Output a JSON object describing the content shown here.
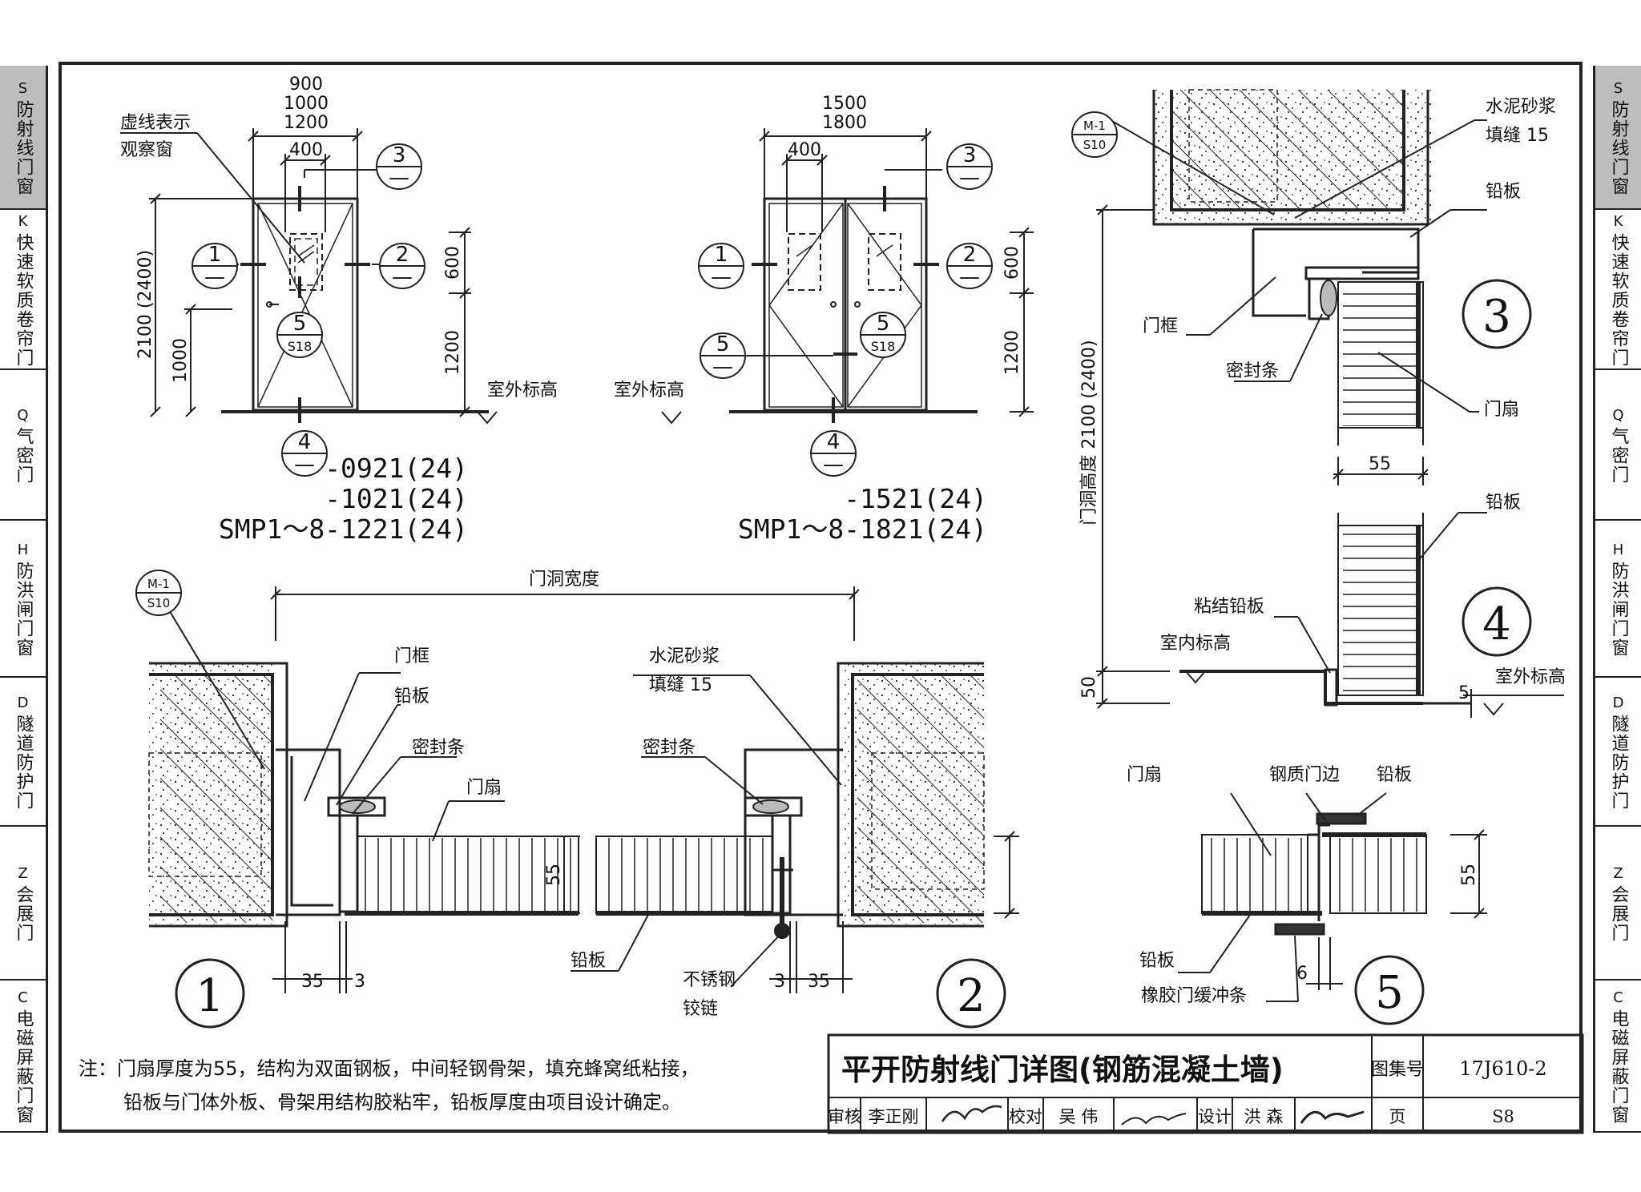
{
  "side_tabs": [
    {
      "letter": "S",
      "label": "防射线门窗",
      "active": true
    },
    {
      "letter": "K",
      "label": "快速软质卷帘门",
      "active": false
    },
    {
      "letter": "Q",
      "label": "气密门",
      "active": false
    },
    {
      "letter": "H",
      "label": "防洪闸门窗",
      "active": false
    },
    {
      "letter": "D",
      "label": "隧道防护门",
      "active": false
    },
    {
      "letter": "Z",
      "label": "会展门",
      "active": false
    },
    {
      "letter": "C",
      "label": "电磁屏蔽门窗",
      "active": false
    }
  ],
  "elevation_single": {
    "widths": [
      "900",
      "1000",
      "1200"
    ],
    "window_width": "400",
    "height": "2100 (2400)",
    "sill_height": "1000",
    "window_height": "600",
    "lower_height": "1200",
    "note": "虚线表示",
    "note2": "观察窗",
    "ground": "室外标高",
    "models": [
      "-0921(24)",
      "-1021(24)",
      "SMP1～8-1221(24)"
    ]
  },
  "elevation_double": {
    "widths": [
      "1500",
      "1800"
    ],
    "window_width": "400",
    "window_height": "600",
    "lower_height": "1200",
    "ground": "室外标高",
    "models": [
      "-1521(24)",
      "SMP1～8-1821(24)"
    ]
  },
  "callouts": {
    "c1": "1",
    "c2": "2",
    "c3": "3",
    "c4": "4",
    "c5": "5",
    "dash": "—",
    "ref_sheet": "S18",
    "m1_top": "M-1",
    "m1_bottom": "S10"
  },
  "section_12": {
    "opening_width": "门洞宽度",
    "frame": "门框",
    "lead": "铅板",
    "seal": "密封条",
    "leaf": "门扇",
    "mortar": "水泥砂浆",
    "mortar2": "填缝 15",
    "seal2": "密封条",
    "lead2": "铅板",
    "hinge": "不锈钢",
    "hinge2": "铰链",
    "thick": "55",
    "d35a": "35",
    "d3a": "3",
    "d3b": "3",
    "d35b": "35",
    "label1": "1",
    "label2": "2"
  },
  "section_34": {
    "mortar": "水泥砂浆",
    "mortar2": "填缝 15",
    "lead": "铅板",
    "frame": "门框",
    "seal": "密封条",
    "leaf": "门扇",
    "thick": "55",
    "lead2": "铅板",
    "bond_lead": "粘结铅板",
    "indoor": "室内标高",
    "outdoor": "室外标高",
    "height_label": "门洞高度 2100 (2400)",
    "d50": "50",
    "d5": "5",
    "label3": "3",
    "label4": "4"
  },
  "section_5": {
    "leaf": "门扇",
    "steel_edge": "钢质门边",
    "lead": "铅板",
    "lead2": "铅板",
    "rubber": "橡胶门缓冲条",
    "thick": "55",
    "d6": "6",
    "label5": "5"
  },
  "notes": {
    "line1": "注：门扇厚度为55，结构为双面钢板，中间轻钢骨架，填充蜂窝纸粘接，",
    "line2": "铅板与门体外板、骨架用结构胶粘牢，铅板厚度由项目设计确定。"
  },
  "title_block": {
    "title": "平开防射线门详图(钢筋混凝土墙)",
    "atlas_label": "图集号",
    "atlas_no": "17J610-2",
    "review_label": "审核",
    "reviewer": "李正刚",
    "check_label": "校对",
    "checker": "吴 伟",
    "design_label": "设计",
    "designer": "洪 森",
    "page_label": "页",
    "page_no": "S8"
  }
}
